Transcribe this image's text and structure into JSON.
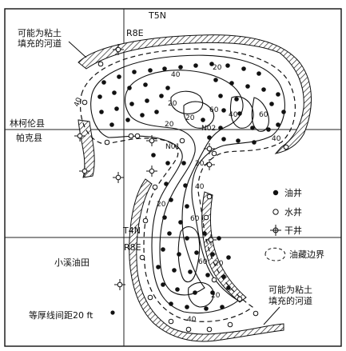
{
  "title_top": "T5N",
  "labels": {
    "r8e_top": "R8E",
    "t4n": "T4N",
    "r8e_bottom": "R8E",
    "channel_top": [
      "可能为粘土",
      "填充的河道"
    ],
    "channel_bottom": [
      "可能为粘土",
      "填充的河道"
    ],
    "lincoln_county": "林柯伦县",
    "parker_county": "帕克县",
    "little_creek_field": "小溪油田",
    "contour_interval": "等厚线间距20 ft",
    "n01": "N01",
    "n02": "N02"
  },
  "legend": {
    "oil_well": "油井",
    "water_well": "水井",
    "dry_well": "干井",
    "reservoir_boundary": "油藏边界"
  },
  "contour_labels": {
    "c20_top": "20",
    "c40_top": "40",
    "c40_left": "40",
    "c20_inner": "20",
    "c20_center": "20",
    "c60_right": "60",
    "c60_mid": "60",
    "c40_right_top": "40",
    "c40_right_mid": "40",
    "c20_stem_a": "20",
    "c20_stem_b": "20",
    "c60_stem": "60",
    "c20_stem_c": "20",
    "c40_stem": "40",
    "c60_bottom": "60",
    "c40_bottom": "40",
    "c20_bottom": "20",
    "c20_bottom_b": "20"
  },
  "colors": {
    "ink": "#111111",
    "paper": "#ffffff"
  }
}
